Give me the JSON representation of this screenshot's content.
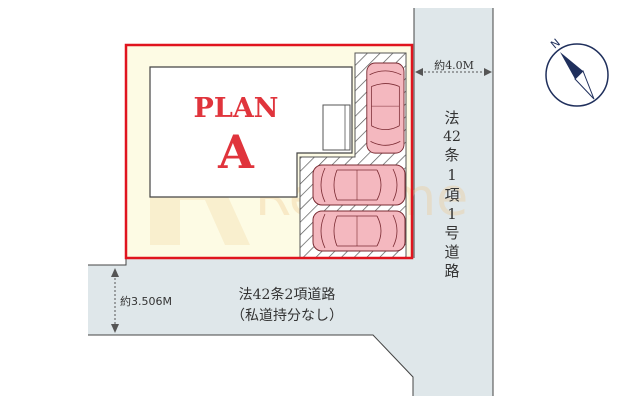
{
  "plan": {
    "title_line1": "PLAN",
    "title_line2": "A"
  },
  "roads": {
    "east": {
      "width_label": "約4.0M",
      "name_chars": [
        "法",
        "42",
        "条",
        "1",
        "項",
        "1",
        "号",
        "道",
        "路"
      ]
    },
    "south": {
      "width_label": "約3.506M",
      "name_line1": "法42条2項道路",
      "name_line2": "（私道持分なし）"
    }
  },
  "compass": {
    "north_label": "N"
  },
  "parking": {
    "car_count": 3
  },
  "watermark": {
    "text": "Rehome"
  },
  "colors": {
    "lot_border": "#e0141e",
    "lot_fill": "#fdfbe4",
    "road_fill": "#dfe7ea",
    "plan_text": "#e0343c",
    "car_fill": "#f4b8bf",
    "car_stroke": "#7a2a32",
    "compass": "#1f2f5c"
  }
}
